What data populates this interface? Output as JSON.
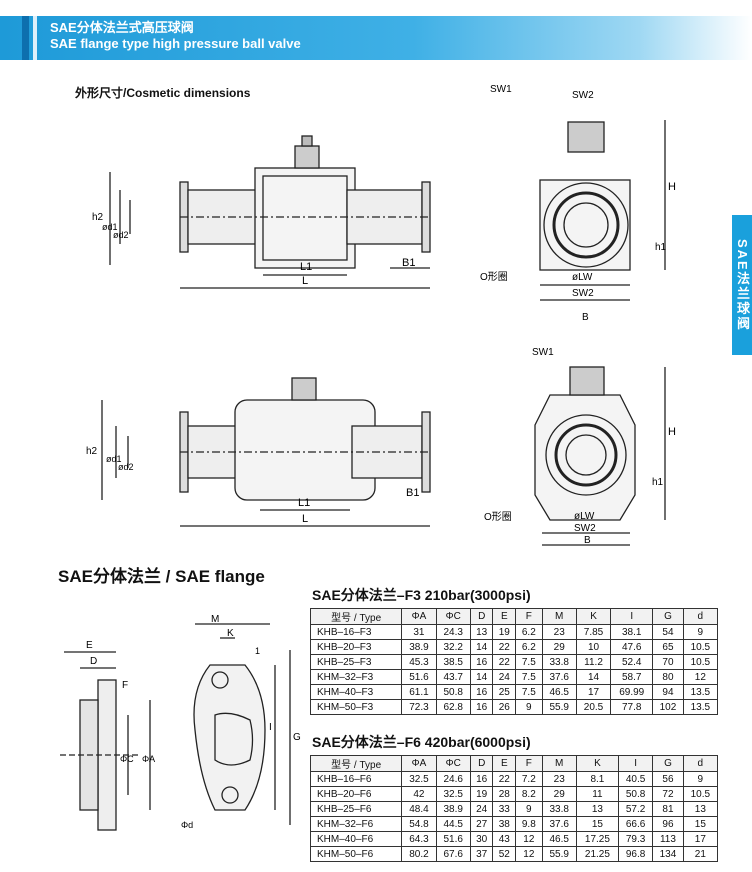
{
  "header": {
    "title_cn": "SAE分体法兰式高压球阀",
    "title_en": "SAE flange type high pressure ball valve"
  },
  "side_tab": "SAE法兰球阀",
  "dimensions_label": "外形尺寸/Cosmetic dimensions",
  "drawing_labels": {
    "L": "L",
    "L1": "L1",
    "B1": "B1",
    "h2": "h2",
    "d1": "ød1",
    "d2": "ød2",
    "SW1": "SW1",
    "SW2": "SW2",
    "H": "H",
    "h1": "h1",
    "B": "B",
    "LW": "øLW",
    "o_ring": "O形圈",
    "E": "E",
    "D": "D",
    "F": "F",
    "M": "M",
    "K": "K",
    "G": "G",
    "I": "I",
    "phiC": "ΦC",
    "phiA": "ΦA",
    "phid": "Φd",
    "one": "1"
  },
  "flange_heading": "SAE分体法兰 / SAE flange",
  "tables": [
    {
      "title": "SAE分体法兰–F3 210bar(3000psi)",
      "headers": [
        "型号 / Type",
        "ΦA",
        "ΦC",
        "D",
        "E",
        "F",
        "M",
        "K",
        "I",
        "G",
        "d"
      ],
      "rows": [
        [
          "KHB–16–F3",
          "31",
          "24.3",
          "13",
          "19",
          "6.2",
          "23",
          "7.85",
          "38.1",
          "54",
          "9"
        ],
        [
          "KHB–20–F3",
          "38.9",
          "32.2",
          "14",
          "22",
          "6.2",
          "29",
          "10",
          "47.6",
          "65",
          "10.5"
        ],
        [
          "KHB–25–F3",
          "45.3",
          "38.5",
          "16",
          "22",
          "7.5",
          "33.8",
          "11.2",
          "52.4",
          "70",
          "10.5"
        ],
        [
          "KHM–32–F3",
          "51.6",
          "43.7",
          "14",
          "24",
          "7.5",
          "37.6",
          "14",
          "58.7",
          "80",
          "12"
        ],
        [
          "KHM–40–F3",
          "61.1",
          "50.8",
          "16",
          "25",
          "7.5",
          "46.5",
          "17",
          "69.99",
          "94",
          "13.5"
        ],
        [
          "KHM–50–F3",
          "72.3",
          "62.8",
          "16",
          "26",
          "9",
          "55.9",
          "20.5",
          "77.8",
          "102",
          "13.5"
        ]
      ]
    },
    {
      "title": "SAE分体法兰–F6 420bar(6000psi)",
      "headers": [
        "型号 / Type",
        "ΦA",
        "ΦC",
        "D",
        "E",
        "F",
        "M",
        "K",
        "I",
        "G",
        "d"
      ],
      "rows": [
        [
          "KHB–16–F6",
          "32.5",
          "24.6",
          "16",
          "22",
          "7.2",
          "23",
          "8.1",
          "40.5",
          "56",
          "9"
        ],
        [
          "KHB–20–F6",
          "42",
          "32.5",
          "19",
          "28",
          "8.2",
          "29",
          "11",
          "50.8",
          "72",
          "10.5"
        ],
        [
          "KHB–25–F6",
          "48.4",
          "38.9",
          "24",
          "33",
          "9",
          "33.8",
          "13",
          "57.2",
          "81",
          "13"
        ],
        [
          "KHM–32–F6",
          "54.8",
          "44.5",
          "27",
          "38",
          "9.8",
          "37.6",
          "15",
          "66.6",
          "96",
          "15"
        ],
        [
          "KHM–40–F6",
          "64.3",
          "51.6",
          "30",
          "43",
          "12",
          "46.5",
          "17.25",
          "79.3",
          "113",
          "17"
        ],
        [
          "KHM–50–F6",
          "80.2",
          "67.6",
          "37",
          "52",
          "12",
          "55.9",
          "21.25",
          "96.8",
          "134",
          "21"
        ]
      ]
    }
  ]
}
